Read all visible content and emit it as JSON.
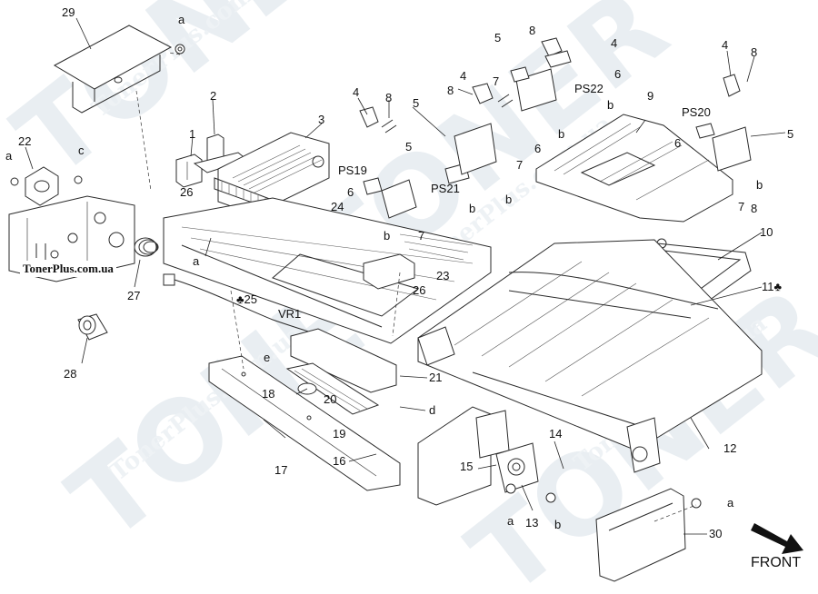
{
  "watermark": {
    "brand": "TONER",
    "site_faint": "TonerPlus.com.ua"
  },
  "site_label": "TonerPlus.com.ua",
  "front_label": "FRONT",
  "callouts": [
    {
      "id": "c29",
      "text": "29"
    },
    {
      "id": "ca1",
      "text": "a"
    },
    {
      "id": "c2",
      "text": "2"
    },
    {
      "id": "c1",
      "text": "1"
    },
    {
      "id": "c22",
      "text": "22"
    },
    {
      "id": "cc",
      "text": "c"
    },
    {
      "id": "ca2",
      "text": "a"
    },
    {
      "id": "c26a",
      "text": "26"
    },
    {
      "id": "c3",
      "text": "3"
    },
    {
      "id": "c4a",
      "text": "4"
    },
    {
      "id": "c8a",
      "text": "8"
    },
    {
      "id": "c5a",
      "text": "5"
    },
    {
      "id": "cps19",
      "text": "PS19"
    },
    {
      "id": "c6a",
      "text": "6"
    },
    {
      "id": "c24",
      "text": "24"
    },
    {
      "id": "cb1",
      "text": "b"
    },
    {
      "id": "c7a",
      "text": "7"
    },
    {
      "id": "c23",
      "text": "23"
    },
    {
      "id": "c26b",
      "text": "26"
    },
    {
      "id": "c5b",
      "text": "5"
    },
    {
      "id": "c4b",
      "text": "4"
    },
    {
      "id": "c8b",
      "text": "8"
    },
    {
      "id": "cps21",
      "text": "PS21"
    },
    {
      "id": "cb2",
      "text": "b"
    },
    {
      "id": "cb3",
      "text": "b"
    },
    {
      "id": "c7b",
      "text": "7"
    },
    {
      "id": "c6b",
      "text": "6"
    },
    {
      "id": "c5c",
      "text": "5"
    },
    {
      "id": "c8c",
      "text": "8"
    },
    {
      "id": "c4c",
      "text": "4"
    },
    {
      "id": "c7c",
      "text": "7"
    },
    {
      "id": "c6c",
      "text": "6"
    },
    {
      "id": "cps22",
      "text": "PS22"
    },
    {
      "id": "cb4",
      "text": "b"
    },
    {
      "id": "cb5",
      "text": "b"
    },
    {
      "id": "c9",
      "text": "9"
    },
    {
      "id": "c4d",
      "text": "4"
    },
    {
      "id": "c8d",
      "text": "8"
    },
    {
      "id": "cps20",
      "text": "PS20"
    },
    {
      "id": "c5d",
      "text": "5"
    },
    {
      "id": "c6d",
      "text": "6"
    },
    {
      "id": "cb6",
      "text": "b"
    },
    {
      "id": "c7d",
      "text": "7"
    },
    {
      "id": "c8e",
      "text": "8"
    },
    {
      "id": "c10",
      "text": "10"
    },
    {
      "id": "c11",
      "text": "11♣"
    },
    {
      "id": "c27",
      "text": "27"
    },
    {
      "id": "ca3",
      "text": "a"
    },
    {
      "id": "c25",
      "text": "♣25"
    },
    {
      "id": "cvr1",
      "text": "VR1"
    },
    {
      "id": "c28",
      "text": "28"
    },
    {
      "id": "ce",
      "text": "e"
    },
    {
      "id": "c18",
      "text": "18"
    },
    {
      "id": "c20",
      "text": "20"
    },
    {
      "id": "c21",
      "text": "21"
    },
    {
      "id": "cd",
      "text": "d"
    },
    {
      "id": "c19",
      "text": "19"
    },
    {
      "id": "c17",
      "text": "17"
    },
    {
      "id": "c16",
      "text": "16"
    },
    {
      "id": "c14",
      "text": "14"
    },
    {
      "id": "c15",
      "text": "15"
    },
    {
      "id": "c12",
      "text": "12"
    },
    {
      "id": "ca4",
      "text": "a"
    },
    {
      "id": "c13",
      "text": "13"
    },
    {
      "id": "cb7",
      "text": "b"
    },
    {
      "id": "ca5",
      "text": "a"
    },
    {
      "id": "c30",
      "text": "30"
    }
  ]
}
